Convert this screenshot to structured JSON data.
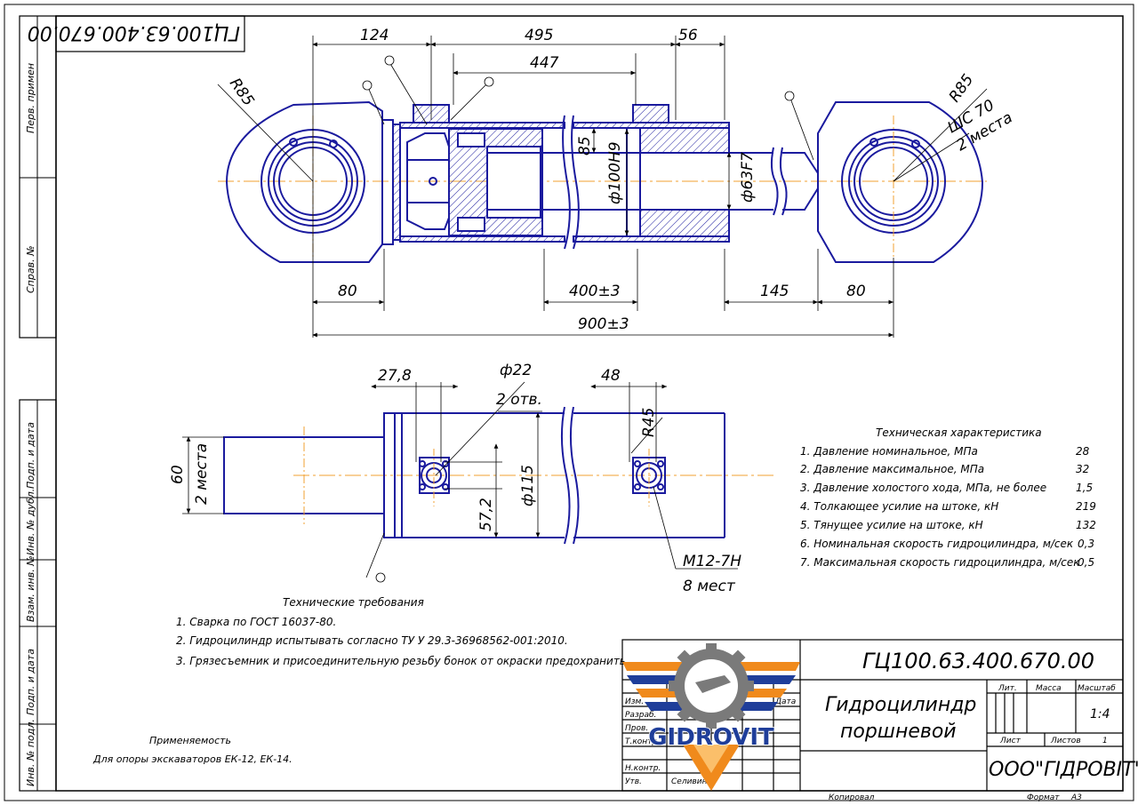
{
  "frame": {
    "top_code": "ГЦ100.63.400.670.00",
    "side_labels": [
      "Перв. примен",
      "Справ. №",
      "Подп. и дата",
      "Инв. № дубл.",
      "Взам. инв. №",
      "Подп. и дата",
      "Инв. № подл."
    ]
  },
  "dimensions": {
    "d124": "124",
    "d495": "495",
    "d56": "56",
    "d447": "447",
    "r85_left": "R85",
    "r85_right": "R85",
    "shs70": "ШС 70",
    "two_places": "2 места",
    "d85": "85",
    "d100h9": "ф100H9",
    "d63f7": "ф63F7",
    "d80_left": "80",
    "d400": "400±3",
    "d145": "145",
    "d80_right": "80",
    "d900": "900±3",
    "d27_8": "27,8",
    "d22": "ф22",
    "holes2": "2 отв.",
    "d48": "48",
    "r45": "R45",
    "d60": "60",
    "two_places_b": "2 места",
    "d57_2": "57,2",
    "d115": "ф115",
    "m12": "M12-7H",
    "eight_places": "8 мест"
  },
  "tech_spec": {
    "title": "Техническая характеристика",
    "rows": [
      {
        "label": "1. Давление номинальное, МПа",
        "value": "28"
      },
      {
        "label": "2. Давление максимальное, МПа",
        "value": "32"
      },
      {
        "label": "3. Давление холостого хода, МПа, не более",
        "value": "1,5"
      },
      {
        "label": "4. Толкающее усилие на штоке, кН",
        "value": "219"
      },
      {
        "label": "5. Тянущее усилие на штоке, кН",
        "value": "132"
      },
      {
        "label": "6. Номинальная скорость гидроцилиндра, м/сек",
        "value": "0,3"
      },
      {
        "label": "7. Максимальная скорость гидроцилиндра, м/сек",
        "value": "0,5"
      }
    ]
  },
  "tech_req": {
    "title": "Технические требования",
    "items": [
      "1. Сварка по ГОСТ 16037-80.",
      "2. Гидроцилиндр испытывать согласно ТУ У 29.3-36968562-001:2010.",
      "3. Грязесъемник и присоединительную резьбу бонок от окраски предохранить."
    ]
  },
  "applicability": {
    "title": "Применяемость",
    "text": "Для опоры экскаваторов ЕК-12, ЕК-14."
  },
  "title_block": {
    "code": "ГЦ100.63.400.670.00",
    "name_line1": "Гидроцилиндр",
    "name_line2": "поршневой",
    "lit_label": "Лит.",
    "mass_label": "Масса",
    "scale_label": "Масштаб",
    "scale_value": "1:4",
    "sheet_label": "Лист",
    "sheets_label": "Листов",
    "sheets_value": "1",
    "company": "ООО\"ГІДРОВІТ\"",
    "copied": "Копировал",
    "format_label": "Формат",
    "format_value": "А3",
    "rows": [
      "Изм.",
      "Разраб.",
      "Пров.",
      "Т.контр.",
      "",
      "Н.контр.",
      "Утв."
    ],
    "signer": "Селивин",
    "date_label": "Дата"
  },
  "logo": {
    "brand": "GIDROVIT",
    "colors": {
      "blue": "#1f3e9a",
      "orange": "#f08a1c",
      "gear": "#7a7a7a"
    }
  },
  "colors": {
    "line": "#1a1a9e",
    "black": "#000000",
    "center": "#f0a030"
  }
}
